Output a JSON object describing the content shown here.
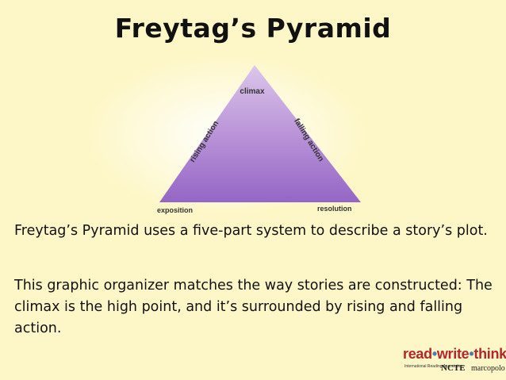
{
  "slide": {
    "title": "Freytag’s Pyramid",
    "paragraph1": "Freytag’s Pyramid uses a five-part system to describe a story’s plot.",
    "paragraph2": "This graphic organizer matches the way stories are constructed: The climax is the high point, and it’s surrounded by rising and falling action."
  },
  "diagram": {
    "labels": {
      "climax": "climax",
      "rising": "rising action",
      "falling": "falling action",
      "exposition": "exposition",
      "resolution": "resolution"
    },
    "colors": {
      "fill_light": "#dcc6ea",
      "fill_mid": "#b68fd6",
      "fill_dark": "#9466c6",
      "background_glow": "#ffffff"
    }
  },
  "logo": {
    "part1": "read",
    "sep1": "•",
    "part2": "write",
    "sep2": "•",
    "part3": "think",
    "ira": "International Reading Association",
    "ncte": "NCTE",
    "marcopolo": "marcopolo"
  }
}
